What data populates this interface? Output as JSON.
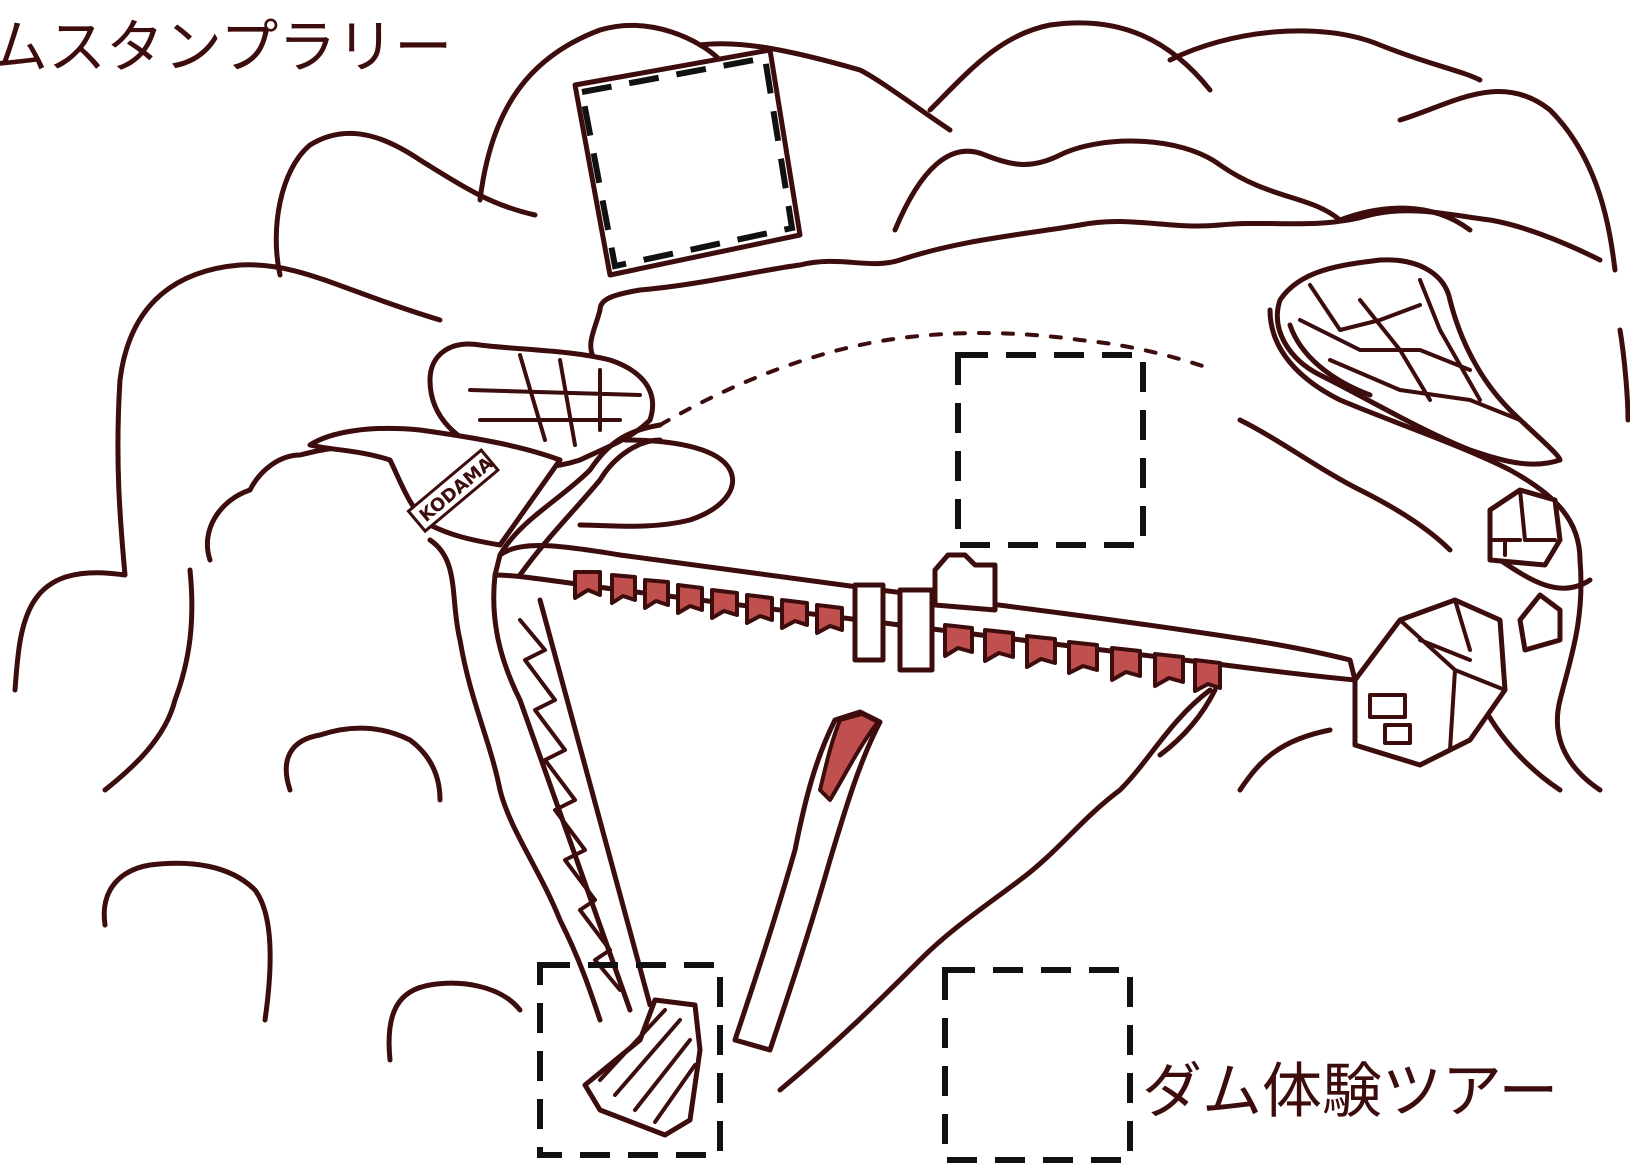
{
  "labels": {
    "stamp_rally": "ムスタンプラリー",
    "dam_tour": "ダム体験ツアー",
    "kodama": "KODAMA"
  },
  "colors": {
    "ink": "#3d0c0c",
    "accent_red": "#c0504d",
    "dash_frame": "#111111",
    "background": "#ffffff"
  }
}
